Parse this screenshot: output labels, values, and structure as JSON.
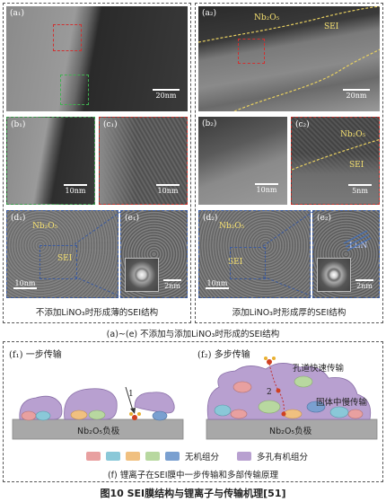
{
  "panels": {
    "a1": "(a₁)",
    "a2": "(a₂)",
    "b1": "(b₁)",
    "c1": "(c₁)",
    "b2": "(b₂)",
    "c2": "(c₂)",
    "d1": "(d₁)",
    "e1": "(e₁)",
    "d2": "(d₂)",
    "e2": "(e₂)"
  },
  "labels": {
    "nb2o5": "Nb₂O₅",
    "sei": "SEI",
    "lattice": "Li₃N"
  },
  "scales": {
    "a1": "20nm",
    "a2": "20nm",
    "b1": "10nm",
    "c1": "10nm",
    "b2": "10nm",
    "c2": "5nm",
    "d1": "10nm",
    "e1": "2nm",
    "d2": "10nm",
    "e2": "2nm"
  },
  "captions": {
    "left": "不添加LiNO₃时形成薄的SEI结构",
    "right": "添加LiNO₃时形成厚的SEI结构",
    "ae": "(a)~(e) 不添加与添加LiNO₃时形成的SEI结构",
    "f1": "(f₁) 一步传输",
    "f2": "(f₂) 多步传输",
    "pore": "孔道快速传输",
    "solid": "固体中慢传输",
    "anode": "Nb₂O₅负极",
    "inorganic": "无机组分",
    "organic": "多孔有机组分",
    "f": "(f) 锂离子在SEI膜中一步传输和多部传输原理",
    "step1": "1",
    "step2": "2",
    "title": "图10   SEI膜结构与锂离子与传输机理[51]"
  },
  "colors": {
    "inorganic": [
      "#e8a0a0",
      "#8ac8d8",
      "#f0c080",
      "#b8d8a0",
      "#7aa0d0"
    ],
    "organic": "#b8a0d0",
    "anode": "#a8a8a8",
    "dashed_sei": "#e8d060"
  }
}
